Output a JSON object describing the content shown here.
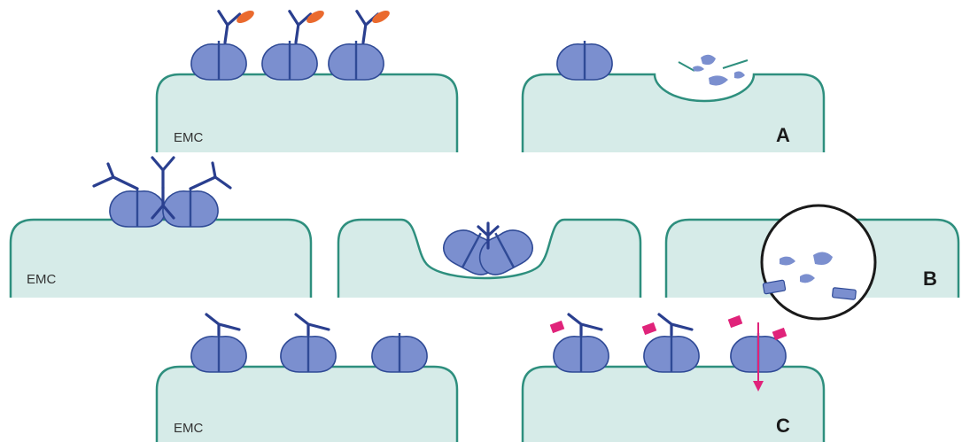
{
  "figure": {
    "cell_label": "EMC",
    "panel_labels": {
      "a": "A",
      "b": "B",
      "c": "C"
    }
  },
  "colors": {
    "cell_fill": "#d6ebe8",
    "cell_border": "#2e8f7e",
    "receptor": "#7b8fcf",
    "antibody": "#2a3f8f",
    "antigen": "#ea6a2e",
    "toxin": "#e0237a"
  }
}
